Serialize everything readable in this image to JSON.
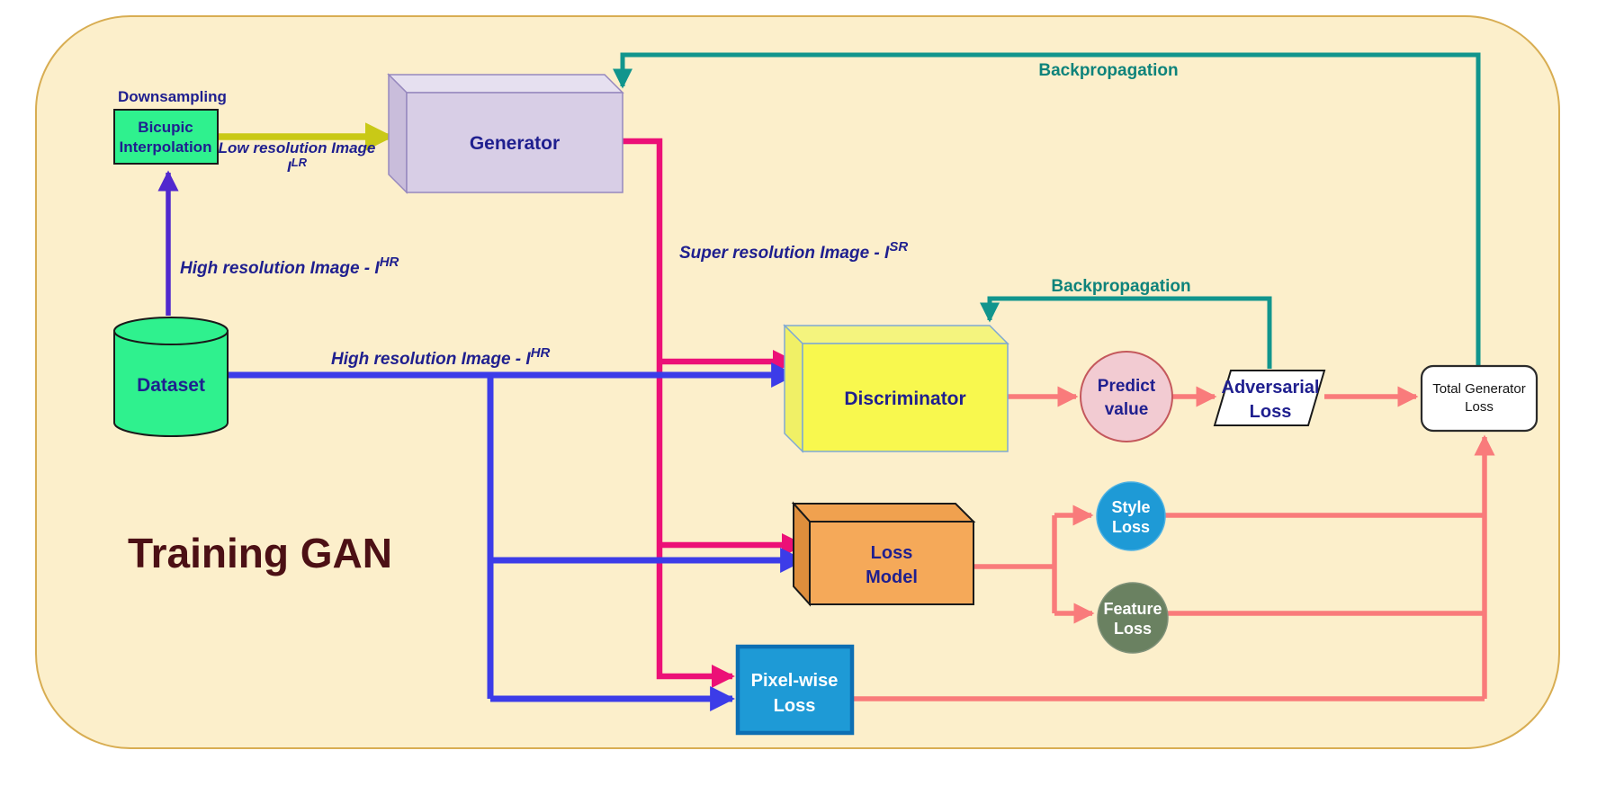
{
  "title": "Training GAN",
  "canvas": {
    "background": "#FCEFCB",
    "border_color": "#D8AD52"
  },
  "palette": {
    "magenta": "#EC1077",
    "blue": "#3C3CE8",
    "purple": "#5128CE",
    "yellow_green": "#C9C916",
    "teal": "#11958D",
    "salmon": "#F97B7B",
    "navy_text": "#1F1F8F",
    "teal_text": "#0E837B",
    "title_text": "#4C1015"
  },
  "nodes": {
    "downsampling_caption": "Downsampling",
    "bicupic": {
      "line1": "Bicupic",
      "line2": "Interpolation",
      "fill": "#2FF18E"
    },
    "generator": {
      "label": "Generator",
      "fill": "#D8CEE6"
    },
    "dataset": {
      "label": "Dataset",
      "fill": "#2FF18E"
    },
    "discriminator": {
      "label": "Discriminator",
      "fill": "#F8F84E"
    },
    "predict_value": {
      "line1": "Predict",
      "line2": "value",
      "fill": "#F2CBD2"
    },
    "adversarial_loss": {
      "line1": "Adversarial",
      "line2": "Loss",
      "fill": "#FFFFFF"
    },
    "total_generator_loss": {
      "line1": "Total Generator",
      "line2": "Loss",
      "fill": "#FFFFFF"
    },
    "loss_model": {
      "line1": "Loss",
      "line2": "Model",
      "fill": "#F5A959"
    },
    "style_loss": {
      "line1": "Style",
      "line2": "Loss",
      "fill": "#1E9AD6"
    },
    "feature_loss": {
      "line1": "Feature",
      "line2": "Loss",
      "fill": "#6A8161"
    },
    "pixel_wise_loss": {
      "line1": "Pixel-wise",
      "line2": "Loss",
      "fill": "#1E9AD6"
    }
  },
  "edge_labels": {
    "low_res": {
      "line1": "Low resolution Image",
      "base": "I",
      "sup": "LR"
    },
    "high_res_vertical": {
      "text": "High resolution Image  - I",
      "sup": "HR"
    },
    "high_res_horizontal": {
      "text": "High resolution Image  - I",
      "sup": "HR"
    },
    "super_res": {
      "text": "Super resolution Image  - I",
      "sup": "SR"
    },
    "backprop_generator": "Backpropagation",
    "backprop_discriminator": "Backpropagation"
  },
  "edges": [
    {
      "from": "Dataset",
      "to": "Bicupic Interpolation",
      "label": "High resolution Image - IHR",
      "color": "purple"
    },
    {
      "from": "Bicupic Interpolation",
      "to": "Generator",
      "label": "Low resolution Image ILR",
      "color": "yellow_green"
    },
    {
      "from": "Generator",
      "to": "Discriminator",
      "label": "Super resolution Image - ISR",
      "color": "magenta"
    },
    {
      "from": "Generator",
      "to": "Loss Model",
      "color": "magenta"
    },
    {
      "from": "Generator",
      "to": "Pixel-wise Loss",
      "color": "magenta"
    },
    {
      "from": "Dataset",
      "to": "Discriminator",
      "label": "High resolution Image - IHR",
      "color": "blue"
    },
    {
      "from": "Dataset",
      "to": "Loss Model",
      "color": "blue"
    },
    {
      "from": "Dataset",
      "to": "Pixel-wise Loss",
      "color": "blue"
    },
    {
      "from": "Discriminator",
      "to": "Predict value",
      "color": "salmon"
    },
    {
      "from": "Predict value",
      "to": "Adversarial Loss",
      "color": "salmon"
    },
    {
      "from": "Adversarial Loss",
      "to": "Total Generator Loss",
      "color": "salmon"
    },
    {
      "from": "Loss Model",
      "to": "Style Loss",
      "color": "salmon"
    },
    {
      "from": "Loss Model",
      "to": "Feature Loss",
      "color": "salmon"
    },
    {
      "from": "Style Loss",
      "to": "Total Generator Loss",
      "color": "salmon"
    },
    {
      "from": "Feature Loss",
      "to": "Total Generator Loss",
      "color": "salmon"
    },
    {
      "from": "Pixel-wise Loss",
      "to": "Total Generator Loss",
      "color": "salmon"
    },
    {
      "from": "Adversarial Loss",
      "to": "Discriminator",
      "label": "Backpropagation",
      "color": "teal"
    },
    {
      "from": "Total Generator Loss",
      "to": "Generator",
      "label": "Backpropagation",
      "color": "teal"
    }
  ]
}
